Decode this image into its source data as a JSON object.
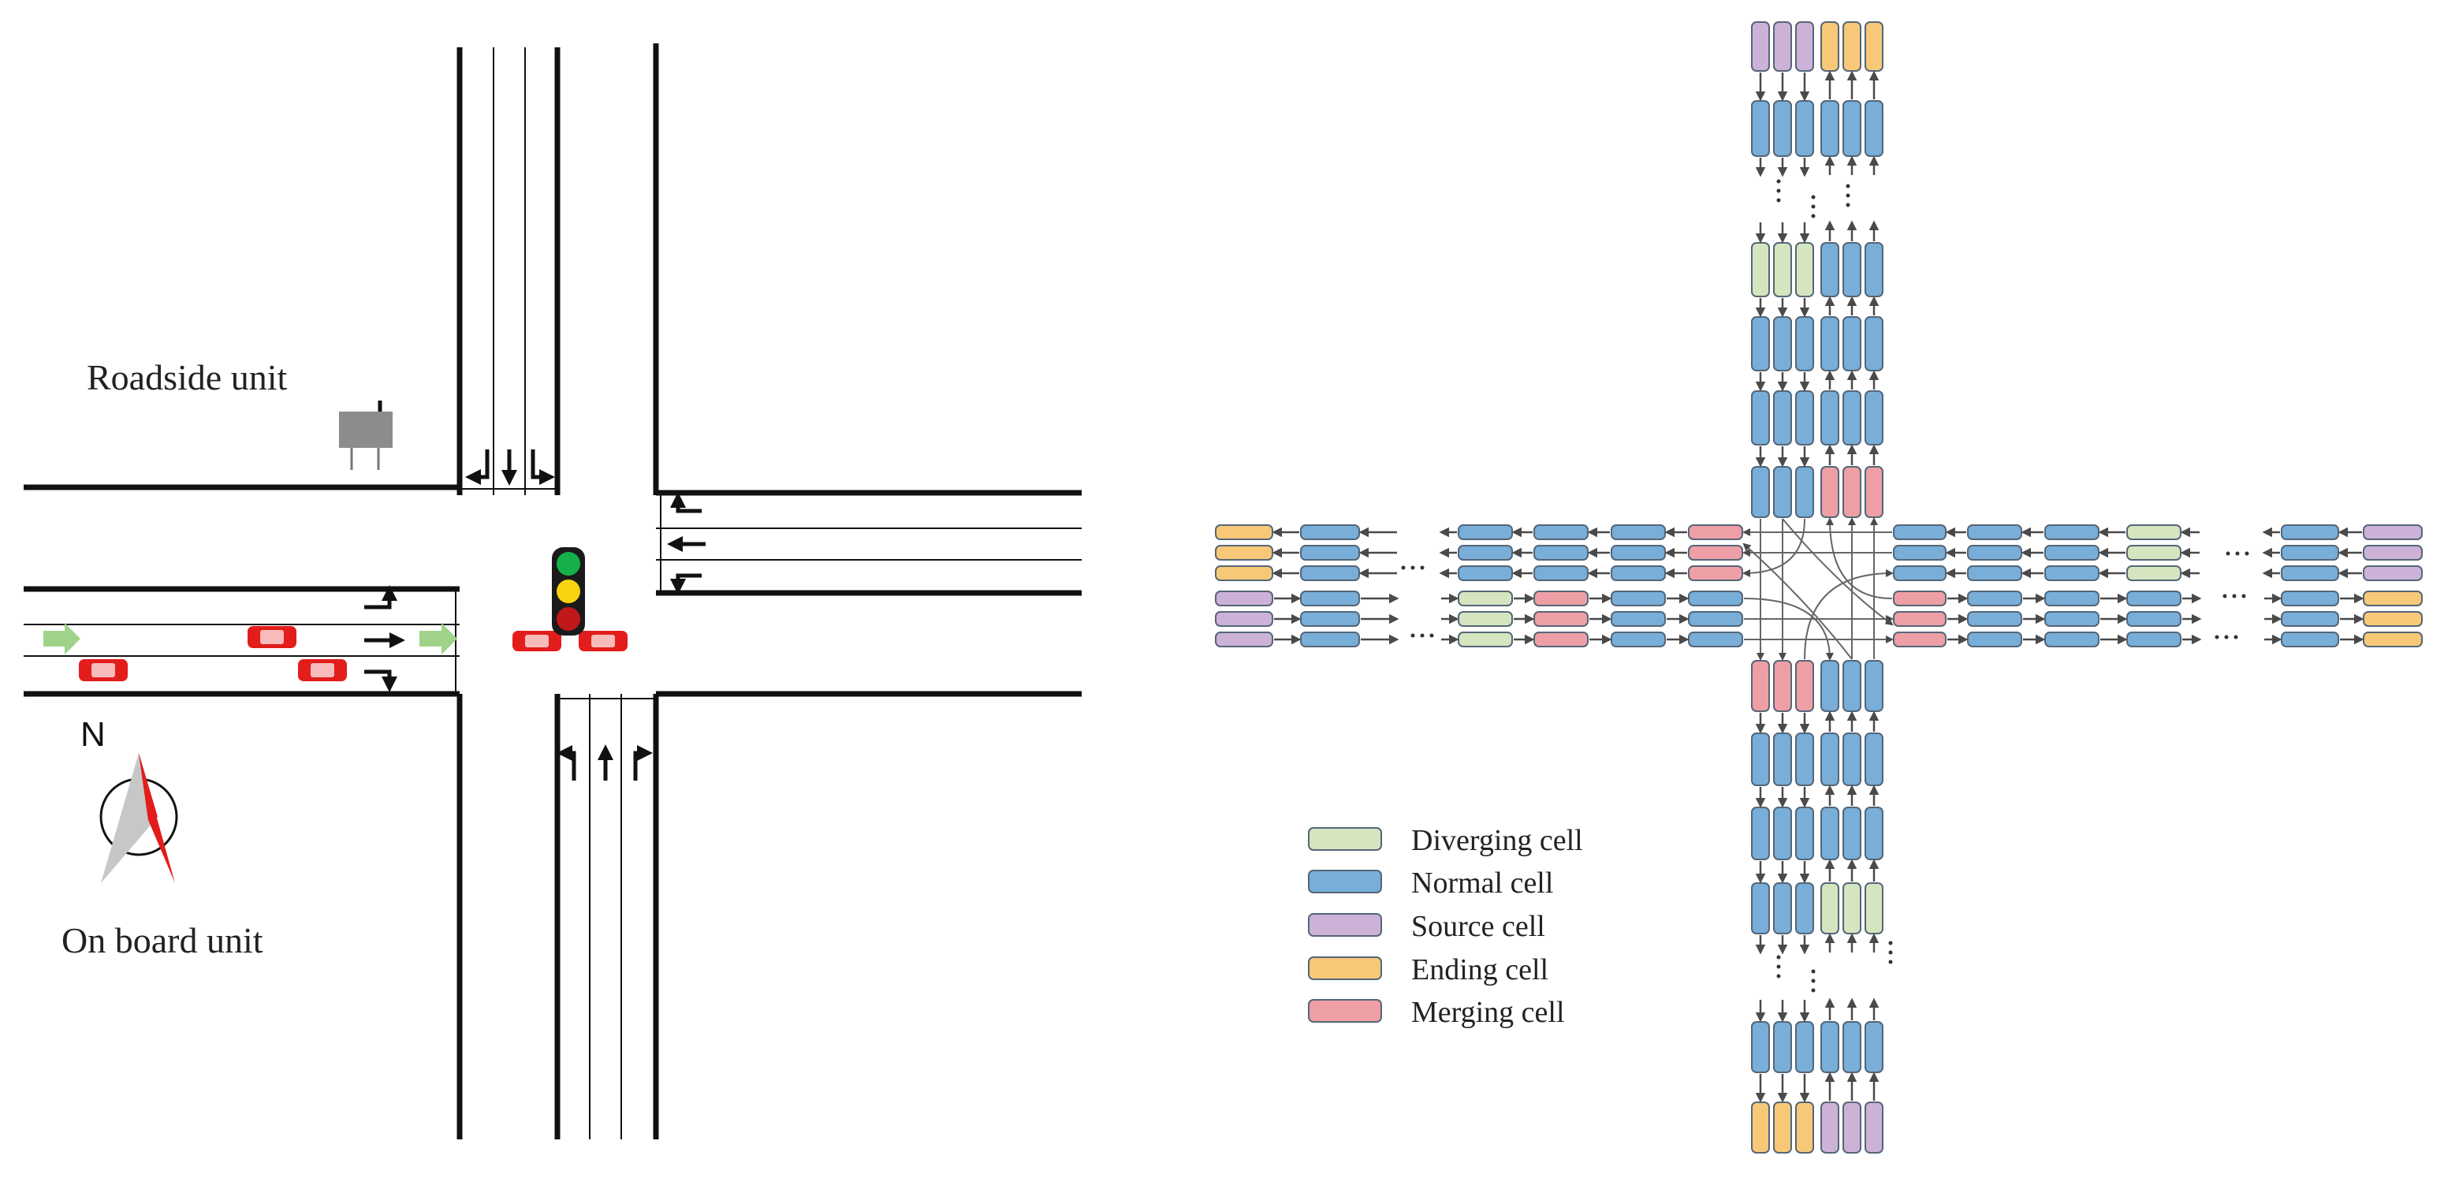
{
  "left_diagram": {
    "rsu_label": "Roadside unit",
    "obu_label": "On board unit",
    "compass_letter": "N",
    "signal_lights": [
      "green",
      "yellow",
      "red"
    ]
  },
  "legend": {
    "items": [
      {
        "label": "Diverging cell",
        "type": "diverging"
      },
      {
        "label": "Normal cell",
        "type": "normal"
      },
      {
        "label": "Source cell",
        "type": "source"
      },
      {
        "label": "Ending cell",
        "type": "ending"
      },
      {
        "label": "Merging cell",
        "type": "merging"
      }
    ]
  },
  "colors": {
    "diverging": "#d5e5bf",
    "normal": "#78aed8",
    "source": "#cdb2d8",
    "ending": "#f7c878",
    "merging": "#ee9fa5",
    "cell_border": "#556677",
    "arrow": "#4a4a4a",
    "road_line": "#111111",
    "car": "#e31c1c",
    "green_arrow": "#9fd38a"
  }
}
